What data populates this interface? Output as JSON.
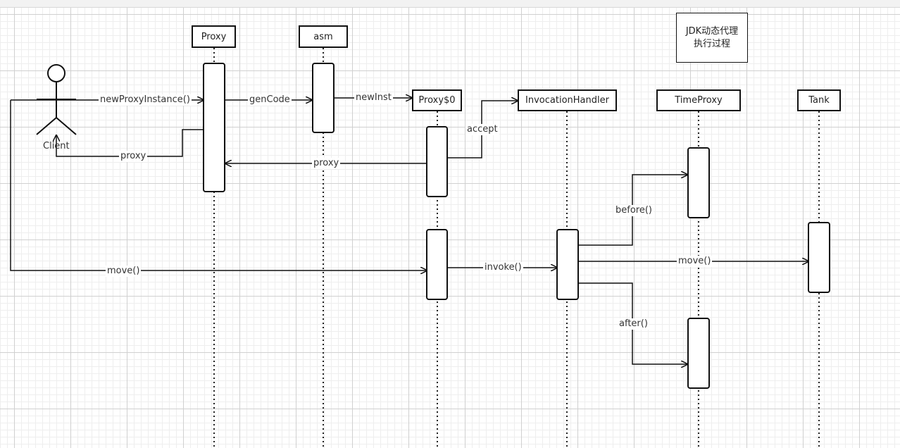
{
  "participants": {
    "client": "Client",
    "proxy": "Proxy",
    "asm": "asm",
    "proxy0": "Proxy$0",
    "invocation_handler": "InvocationHandler",
    "time_proxy": "TimeProxy",
    "tank": "Tank"
  },
  "note": {
    "line1": "JDK动态代理",
    "line2": "执行过程"
  },
  "messages": {
    "new_proxy_instance": "newProxyInstance()",
    "gen_code": "genCode",
    "new_inst": "newInst",
    "accept": "accept",
    "proxy_to_client": "proxy",
    "proxy_return": "proxy",
    "before": "before()",
    "move_client": "move()",
    "invoke": "invoke()",
    "move_tank": "move()",
    "after": "after()"
  }
}
